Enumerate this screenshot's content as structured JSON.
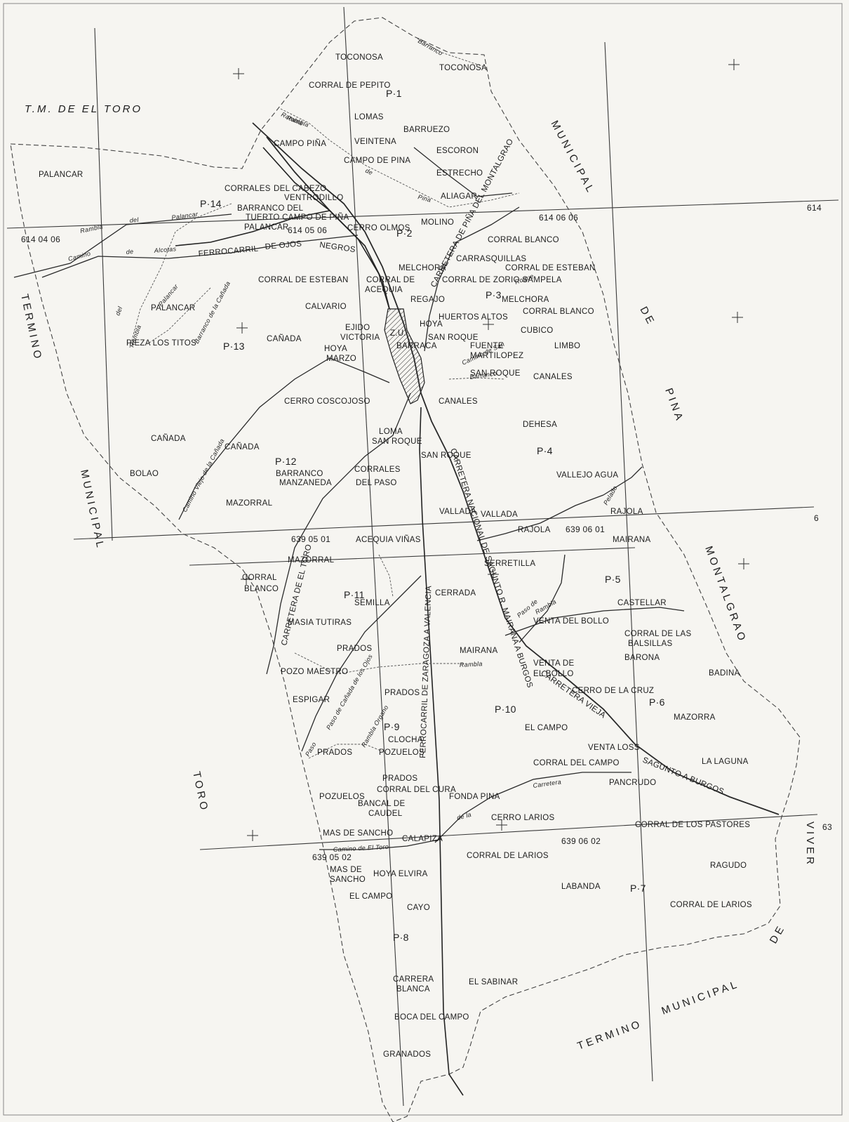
{
  "map": {
    "municipal_labels": {
      "tm_toro": "T.M. DE EL TORO",
      "termino_w": "TERMINO",
      "municipal_w": "MUNICIPAL",
      "toro_w": "TORO",
      "municipal_ne": "MUNICIPAL",
      "de_ne": "DE",
      "pina_e": "PINA",
      "montalgrao_e": "MONTALGRAO",
      "viver_e": "VIVER",
      "de_se": "DE",
      "municipal_s": "MUNICIPAL",
      "termino_s": "TERMINO"
    },
    "polygons": [
      "P·1",
      "P·2",
      "P·3",
      "P·4",
      "P·5",
      "P·6",
      "P·7",
      "P·8",
      "P·9",
      "P·10",
      "P·11",
      "P·12",
      "P·13",
      "P·14"
    ],
    "grid_codes": [
      "614 04 06",
      "614 05 06",
      "614 06 06",
      "614",
      "639 05 01",
      "639 06 01",
      "639 05 02",
      "639 06 02",
      "63",
      "6"
    ],
    "route_labels": {
      "ferrocarril_n": "FERROCARRIL",
      "ojos": "DE  OJOS",
      "negros": "NEGROS",
      "camino_alcotas": "Camino",
      "de_alcotas": "de",
      "alcotas": "Alcotas",
      "rambla_palancar": "Rambla",
      "del_palancar": "del",
      "palancar_r": "Palancar",
      "rambla_pina": "Rambla",
      "de_pina": "de",
      "pina_r": "Pina",
      "barranco_top": "Barranco",
      "carretera_pina_montalgrao": "CARRETERA DE PIÑA DEL MONTALGRAO",
      "carretera_el_toro": "CARRETERA DE EL TORO",
      "carretera_nacional": "CARRETERA NACIONAL DE SAGUNTO R. MAIRANA A BURGOS",
      "ferrocarril_s": "FERROCARRIL DE ZARAGOZA A VALENCIA",
      "carretera_vieja": "CARRETERA VIEJA",
      "saguntoburgos": "SAGUNTO A BURGOS",
      "camino_viejo_canada": "Camino Viejo de la Cañada",
      "rambla_s": "Rambla",
      "camino_el_toro": "Camino de El Toro",
      "carretera_fonda": "Carretera",
      "de_la": "de la",
      "paso_canada": "Paso de Cañada de los Ojos",
      "paso_s": "Paso",
      "paso_de_mid": "Paso de",
      "rambla_organo": "Rambla Organo",
      "barranco_titos": "Barranco de la Cañada",
      "barranco_roque": "Barranco",
      "camino_sr": "Camino de San",
      "roque_r": "Roque",
      "rambla_top": "Rambla",
      "pelado": "Pelado",
      "rambla_ponpor": "Rambla",
      "el_palancar_r": "Palancar",
      "del_r": "del",
      "rambla_tr": "Rambla"
    },
    "place_names": {
      "toconosa_1": "TOCONOSA",
      "toconosa_2": "TOCONOSA",
      "corral_pepito": "CORRAL  DE  PEPITO",
      "lomas": "LOMAS",
      "barruezo": "BARRUEZO",
      "veintena": "VEINTENA",
      "campo_pina_1": "CAMPO PIÑA",
      "escoron": "ESCORON",
      "campo_de_pina": "CAMPO DE PINA",
      "estrecho": "ESTRECHO",
      "palancar_1": "PALANCAR",
      "corrales": "CORRALES",
      "del_cabezo": "DEL CABEZO",
      "ventrodillo": "VENTRODILLO",
      "aliagar": "ALIAGAR",
      "barranco_del": "BARRANCO DEL",
      "tuerto": "TUERTO CAMPO DE PIÑA",
      "palancar_2": "PALANCAR",
      "cerro_olmos": "CERRO OLMOS",
      "molino": "MOLINO",
      "corral_blanco_1": "CORRAL BLANCO",
      "carrasquillas": "CARRASQUILLAS",
      "melchora_1": "MELCHORA",
      "corral_esteban_1": "CORRAL DE ESTEBAN",
      "corral_esteban_2": "CORRAL DE ESTEBAN",
      "corral_de": "CORRAL DE",
      "corral_zorio": "CORRAL DE ZORIO SAMPELA",
      "acequia": "ACEQUIA",
      "regajo": "REGAJO",
      "melchora_2": "MELCHORA",
      "corral_blanco_2": "CORRAL BLANCO",
      "calvario": "CALVARIO",
      "palancar_3": "PALANCAR",
      "hoya_1": "HOYA",
      "huertos_altos": "HUERTOS ALTOS",
      "cubico": "CUBICO",
      "ejido": "EJIDO",
      "victoria": "VICTORIA",
      "barraca": "BARRACA",
      "san_roque_1": "SAN ROQUE",
      "fuente": "FUENTE",
      "martilopez": "MARTILOPEZ",
      "limbo": "LIMBO",
      "pieza_titos": "PIEZA LOS TITOS",
      "canada_1": "CAÑADA",
      "hoya_2": "HOYA",
      "marzo": "MARZO",
      "san_roque_2": "SAN ROQUE",
      "canales_1": "CANALES",
      "cerro_coscojoso": "CERRO  COSCOJOSO",
      "canales_2": "CANALES",
      "dehesa": "DEHESA",
      "canada_2": "CAÑADA",
      "canada_3": "CAÑADA",
      "loma": "LOMA",
      "san_roque_3": "SAN ROQUE",
      "san_roque_4": "SAN ROQUE",
      "bolao": "BOLAO",
      "barranco": "BARRANCO",
      "corrales_2": "CORRALES",
      "vallejo_agua": "VALLEJO AGUA",
      "manzaneda": "MANZANEDA",
      "del_paso": "DEL PASO",
      "mazorral_1": "MAZORRAL",
      "vallada_1": "VALLADA",
      "vallada_2": "VALLADA",
      "rajola_1": "RAJOLA",
      "rajola_2": "RAJOLA",
      "acequia_vinas": "ACEQUIA VIÑAS",
      "mairana_1": "MAIRANA",
      "mazorral_2": "MAZORRAL",
      "serretilla": "SERRETILLA",
      "corral_label": "CORRAL",
      "blanco_label": "BLANCO",
      "semilla": "SEMILLA",
      "cerrada": "CERRADA",
      "castellar": "CASTELLAR",
      "masia_tutiras": "MASIA  TUTIRAS",
      "venta_bollo_1": "VENTA DEL BOLLO",
      "prados_1": "PRADOS",
      "corral_las": "CORRAL DE LAS",
      "balsillas": "BALSILLAS",
      "mairana_2": "MAIRANA",
      "barona": "BARONA",
      "venta_de": "VENTA DE",
      "el_bollo": "EL BOLLO",
      "pozo_maestro": "POZO MAESTRO",
      "badina": "BADINA",
      "cerro_cruz": "CERRO  DE LA CRUZ",
      "prados_2": "PRADOS",
      "espigar": "ESPIGAR",
      "mazorra": "MAZORRA",
      "el_campo_1": "EL CAMPO",
      "clocha": "CLOCHA",
      "venta_loss": "VENTA LOSS",
      "prados_3": "PRADOS",
      "pozuelos_1": "POZUELOS",
      "corral_campo": "CORRAL DEL CAMPO",
      "la_laguna": "LA LAGUNA",
      "prados_4": "PRADOS",
      "pancrudo": "PANCRUDO",
      "pozuelos_2": "POZUELOS",
      "corral_cura": "CORRAL DEL CURA",
      "fonda_pina": "FONDA PINA",
      "bancal_de": "BANCAL DE",
      "caudel": "CAUDEL",
      "cerro_larios": "CERRO LARIOS",
      "mas_sancho_1": "MAS DE SANCHO",
      "calapiza": "CALAPIZA",
      "corral_pastores": "CORRAL DE LOS PASTORES",
      "corral_larios_1": "CORRAL  DE LARIOS",
      "mas_de": "MAS DE",
      "sancho": "SANCHO",
      "hoya_elvira": "HOYA ELVIRA",
      "ragudo": "RAGUDO",
      "labanda": "LABANDA",
      "el_campo_2": "EL CAMPO",
      "cayo": "CAYO",
      "corral_larios_2": "CORRAL  DE LARIOS",
      "carrera": "CARRERA",
      "blanca": "BLANCA",
      "el_sabinar": "EL SABINAR",
      "boca_campo": "BOCA DEL CAMPO",
      "granados": "GRANADOS",
      "zu": "Z.U."
    }
  }
}
